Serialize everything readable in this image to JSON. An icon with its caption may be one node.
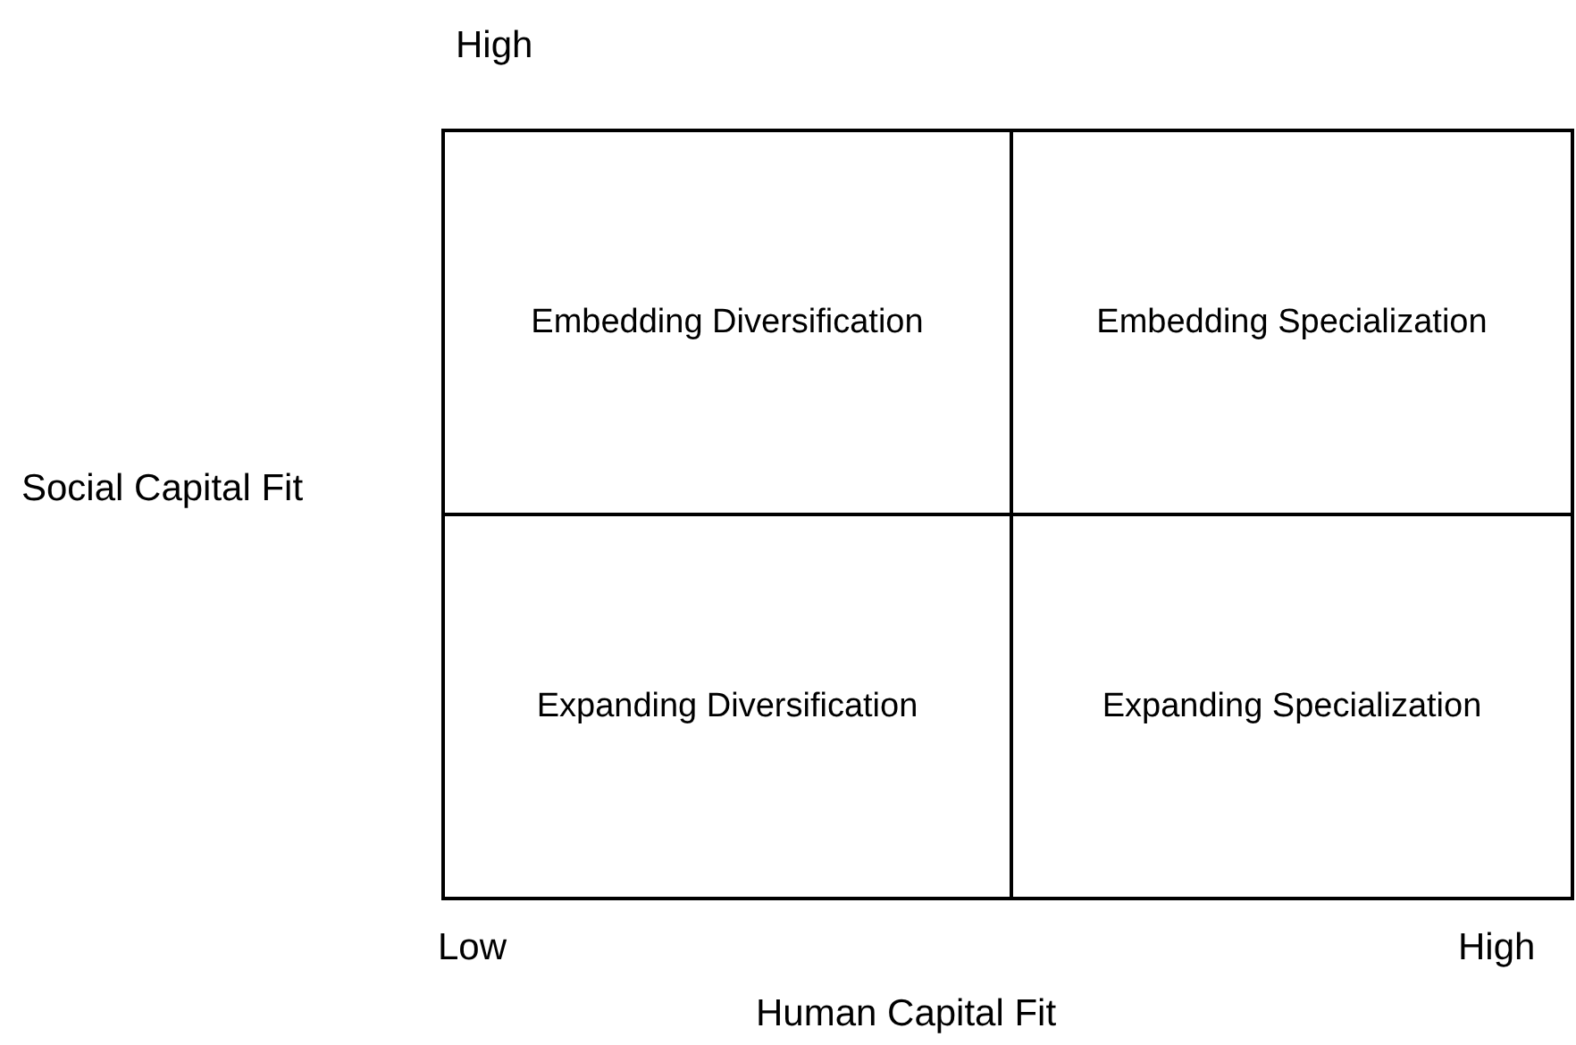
{
  "diagram": {
    "nodes": [
      {
        "text": [
          "Embedding Diversification"
        ]
      },
      {
        "text": [
          "Embedding Specialization"
        ]
      },
      {
        "text": [
          "Expanding Diversification"
        ]
      },
      {
        "text": [
          "Expanding Specialization"
        ]
      }
    ],
    "labels": [
      "High",
      "Social Capital Fit",
      "Low",
      "High",
      "Human Capital Fit"
    ]
  }
}
